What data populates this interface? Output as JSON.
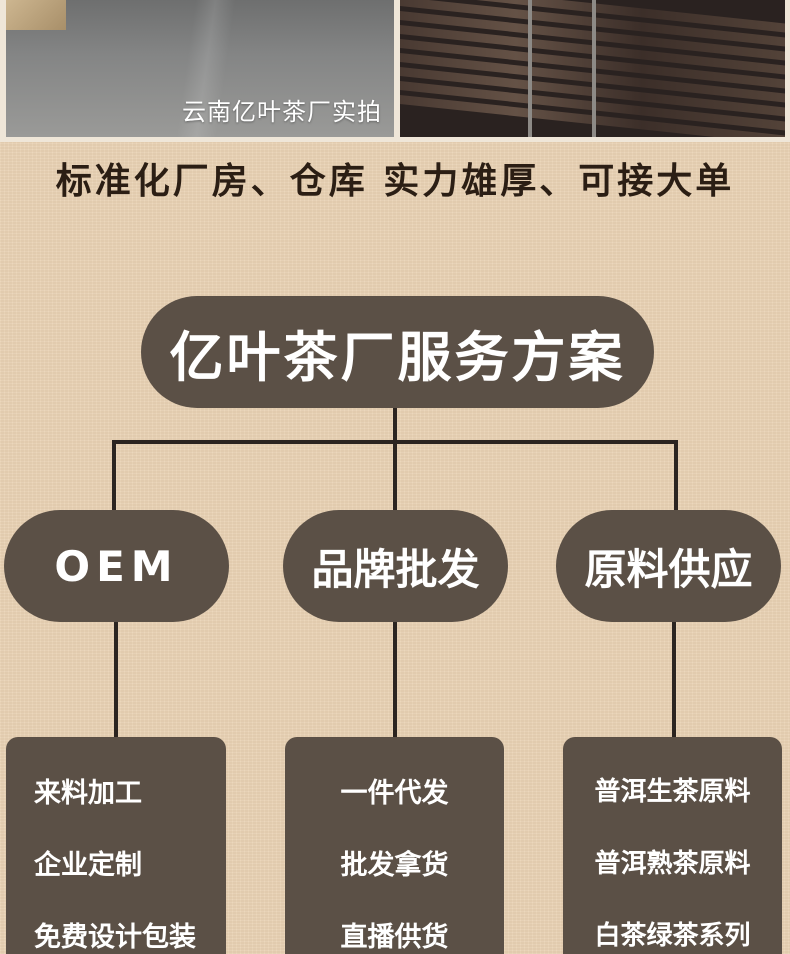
{
  "photos": {
    "caption": "云南亿叶茶厂实拍"
  },
  "headline": "标准化厂房、仓库  实力雄厚、可接大单",
  "main_title": "亿叶茶厂服务方案",
  "categories": [
    {
      "label": "OEM",
      "items": [
        "来料加工",
        "企业定制",
        "免费设计包装"
      ]
    },
    {
      "label": "品牌批发",
      "items": [
        "一件代发",
        "批发拿货",
        "直播供货"
      ]
    },
    {
      "label": "原料供应",
      "items": [
        "普洱生茶原料",
        "普洱熟茶原料",
        "白茶绿茶系列"
      ]
    }
  ],
  "colors": {
    "background": "#ead3b5",
    "pill": "#5b5046",
    "line": "#2b2420",
    "headline_text": "#2b1e14"
  }
}
